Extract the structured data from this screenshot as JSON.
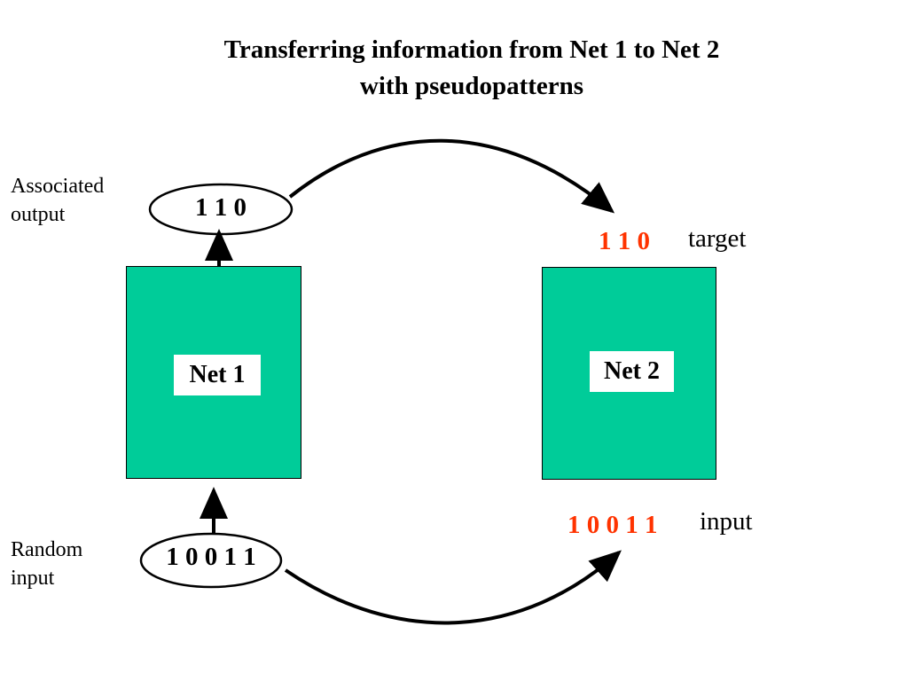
{
  "title": {
    "line1": "Transferring information from Net 1 to Net 2",
    "line2": "with pseudopatterns"
  },
  "labels": {
    "associated_output_line1": "Associated",
    "associated_output_line2": "output",
    "random_input_line1": "Random",
    "random_input_line2": "input",
    "target": "target",
    "input": "input"
  },
  "nets": {
    "net1": "Net 1",
    "net2": "Net 2"
  },
  "patterns": {
    "net1_output": "1 1 0",
    "net1_input": "1 0 0 1 1",
    "net2_target": "1 1 0",
    "net2_input": "1 0 0 1 1"
  },
  "colors": {
    "net_fill": "#00cc99",
    "highlight_text": "#ff3300"
  }
}
